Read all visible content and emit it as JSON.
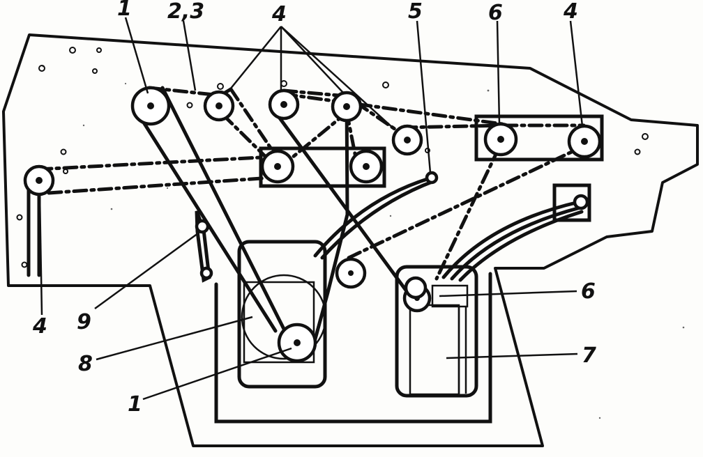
{
  "labels": {
    "top_1": "1",
    "top_23": "2,3",
    "top_4a": "4",
    "top_5": "5",
    "top_6": "6",
    "top_4b": "4",
    "bottom_4": "4",
    "bottom_9": "9",
    "bottom_8": "8",
    "bottom_1": "1",
    "right_6": "6",
    "right_7": "7"
  },
  "colors": {
    "ink": "#111111",
    "paper": "#fdfdfb"
  }
}
